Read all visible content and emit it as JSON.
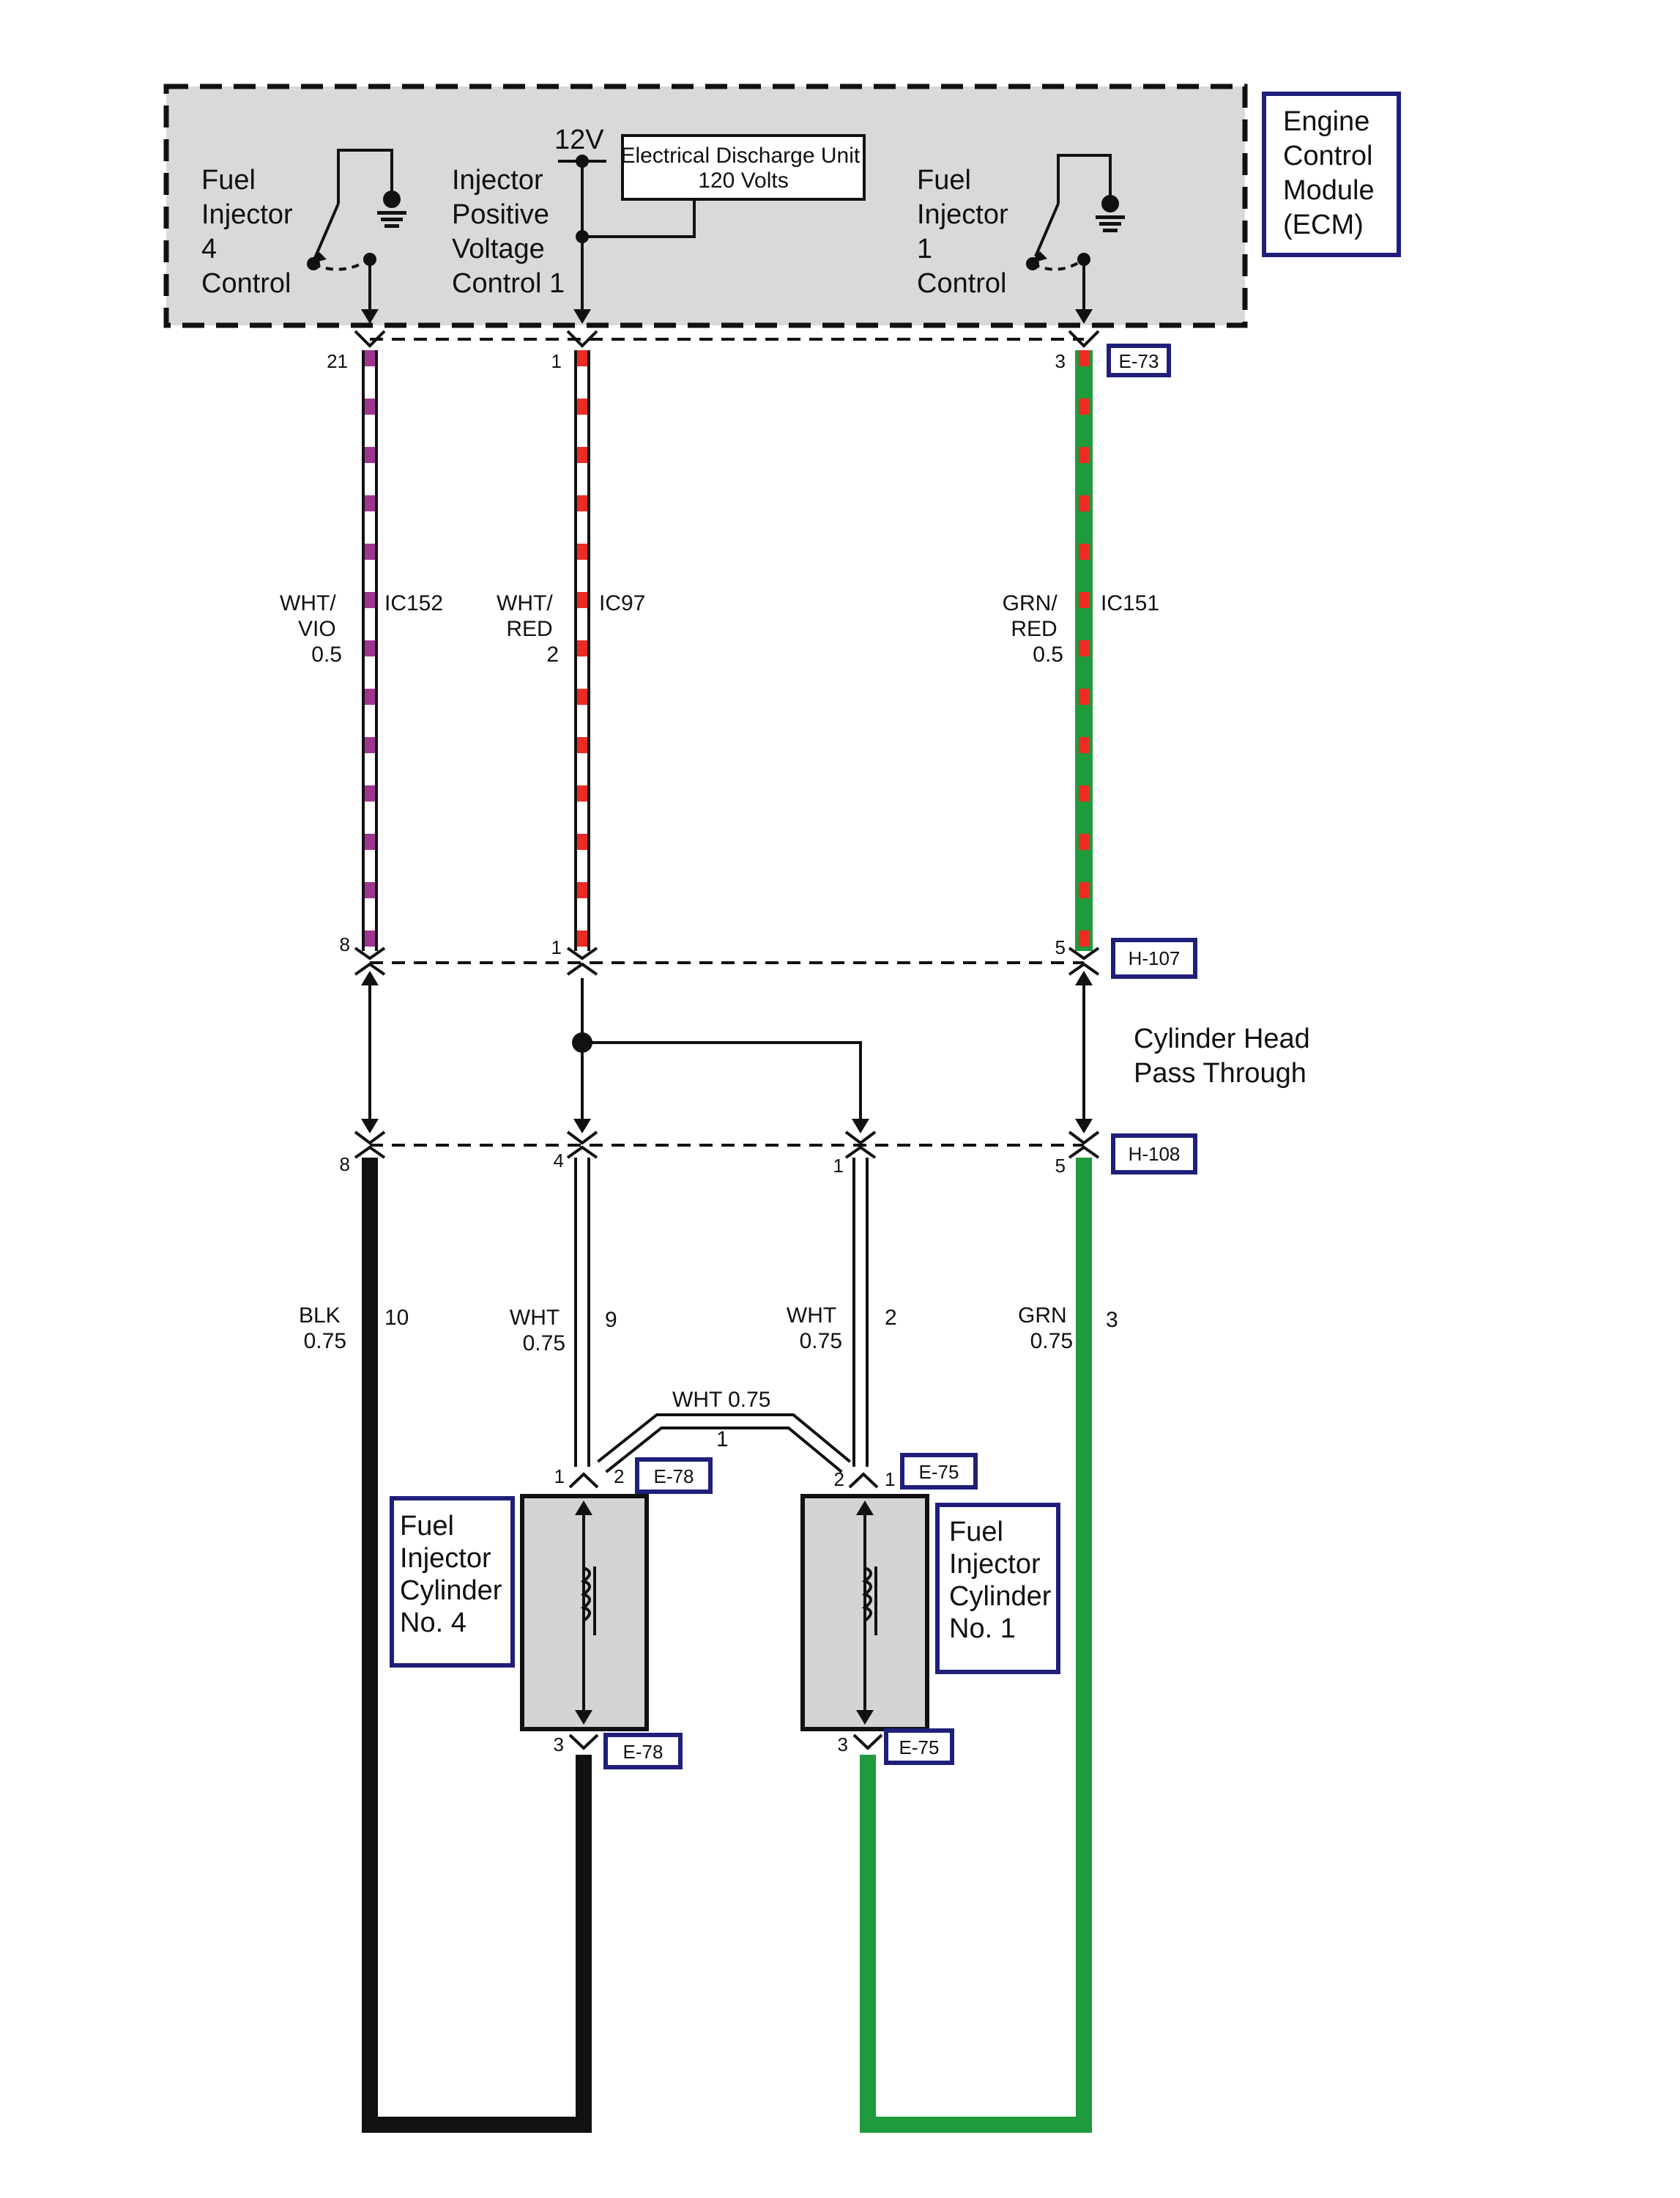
{
  "ecm": {
    "module_label": [
      "Engine",
      "Control",
      "Module",
      "(ECM)"
    ],
    "inj4_control": [
      "Fuel",
      "Injector",
      "4",
      "Control"
    ],
    "positive_control": [
      "Injector",
      "Positive",
      "Voltage",
      "Control 1"
    ],
    "inj1_control": [
      "Fuel",
      "Injector",
      "1",
      "Control"
    ],
    "voltage": "12V",
    "discharge_unit": [
      "Electrical Discharge Unit",
      "120 Volts"
    ]
  },
  "connectors": {
    "e73": "E-73",
    "h107": "H-107",
    "h108": "H-108",
    "e78_top": "E-78",
    "e75_top": "E-75",
    "e78_bottom": "E-78",
    "e75_bottom": "E-75"
  },
  "pins": {
    "e73": [
      "21",
      "1",
      "3"
    ],
    "h107": [
      "8",
      "1",
      "5"
    ],
    "h108": [
      "8",
      "4",
      "1",
      "5"
    ],
    "e78_top": [
      "1",
      "2"
    ],
    "e75_top": [
      "2",
      "1"
    ],
    "e78_bottom": "3",
    "e75_bottom": "3"
  },
  "wires_upper": [
    {
      "color_lines": [
        "WHT/",
        "VIO",
        "0.5"
      ],
      "circuit": "IC152",
      "base": "#ffffff",
      "stripe": "#a0358f"
    },
    {
      "color_lines": [
        "WHT/",
        "RED",
        "2"
      ],
      "circuit": "IC97",
      "base": "#ffffff",
      "stripe": "#ee2a24"
    },
    {
      "color_lines": [
        "GRN/",
        "RED",
        "0.5"
      ],
      "circuit": "IC151",
      "base": "#1f9a3c",
      "stripe": "#ee2a24"
    }
  ],
  "wires_lower": [
    {
      "color_lines": [
        "BLK",
        "0.75"
      ],
      "circuit": "10"
    },
    {
      "color_lines": [
        "WHT",
        "0.75"
      ],
      "circuit": "9"
    },
    {
      "color_lines": [
        "WHT",
        "0.75"
      ],
      "circuit": "2"
    },
    {
      "color_lines": [
        "GRN",
        "0.75"
      ],
      "circuit": "3"
    }
  ],
  "jumper": {
    "label": "WHT 0.75",
    "circuit": "1"
  },
  "pass_through": [
    "Cylinder Head",
    "Pass Through"
  ],
  "injector4": [
    "Fuel",
    "Injector",
    "Cylinder",
    "No. 4"
  ],
  "injector1": [
    "Fuel",
    "Injector",
    "Cylinder",
    "No. 1"
  ],
  "colors": {
    "blk": "#111111",
    "grn": "#1f9a3c",
    "red_stripe": "#ee2a24",
    "vio_stripe": "#a0358f",
    "ecm_fill": "#d9d9d9",
    "injector_fill": "#d4d4d4",
    "box_border": "#1f1f7a"
  }
}
